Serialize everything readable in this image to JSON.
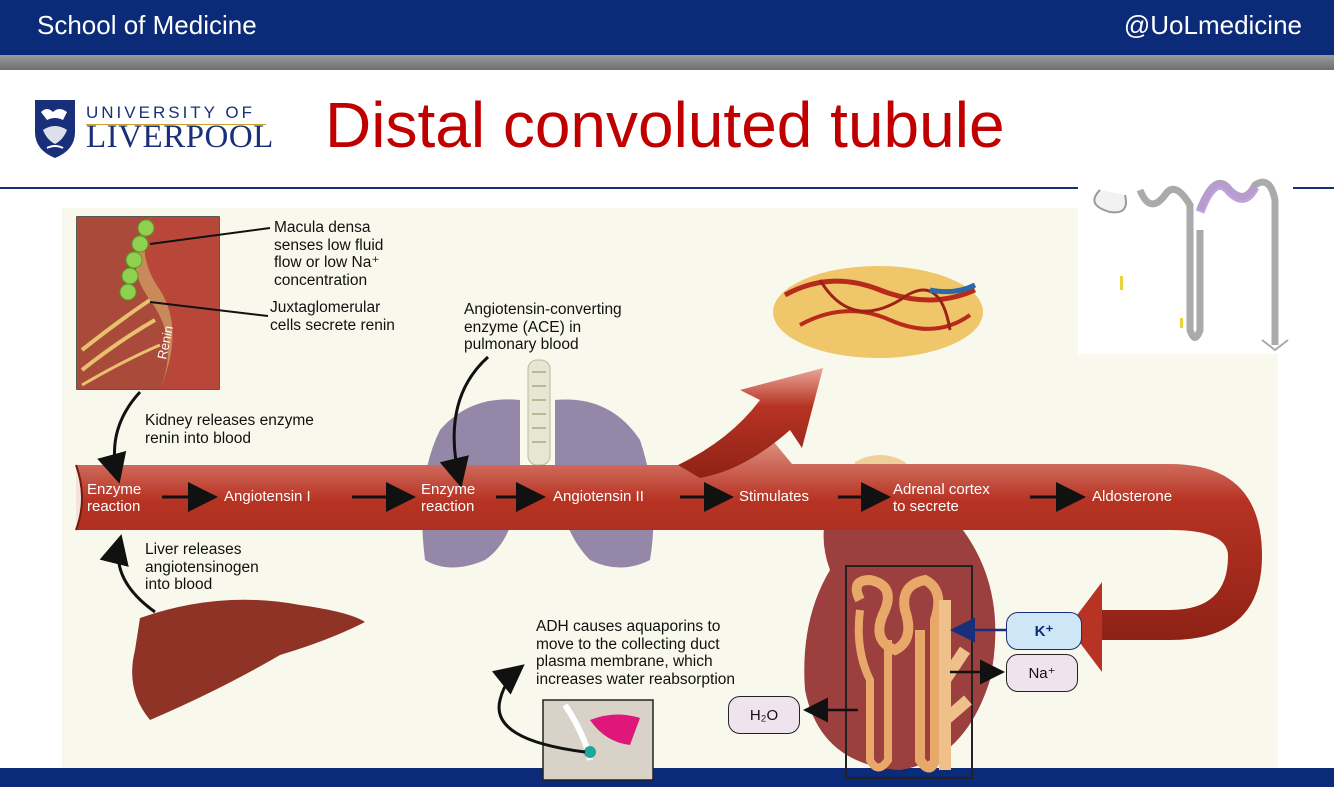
{
  "header": {
    "left": "School of Medicine",
    "right": "@UoLmedicine"
  },
  "logo": {
    "line1": "UNIVERSITY OF",
    "line2": "LIVERPOOL"
  },
  "title": "Distal convoluted tubule",
  "labels": {
    "macula": [
      "Macula densa",
      "senses low fluid",
      "flow or low Na⁺",
      "concentration"
    ],
    "jg": [
      "Juxtaglomerular",
      "cells secrete renin"
    ],
    "renin_tag": "Renin",
    "ace": [
      "Angiotensin-converting",
      "enzyme (ACE) in",
      "pulmonary blood"
    ],
    "kidney": [
      "Kidney releases enzyme",
      "renin into blood"
    ],
    "liver": [
      "Liver releases",
      "angiotensinogen",
      "into blood"
    ],
    "adh": [
      "ADH causes aquaporins to",
      "move to the collecting duct",
      "plasma membrane, which",
      "increases water reabsorption"
    ]
  },
  "flow": {
    "enzyme1": [
      "Enzyme",
      "reaction"
    ],
    "ang1": "Angiotensin I",
    "enzyme2": [
      "Enzyme",
      "reaction"
    ],
    "ang2": "Angiotensin II",
    "stim": "Stimulates",
    "adrenal": [
      "Adrenal cortex",
      "to secrete"
    ],
    "aldo": "Aldosterone"
  },
  "ions": {
    "k": "K⁺",
    "na": "Na⁺",
    "h2o": "H₂O"
  },
  "colors": {
    "header": "#0b2a78",
    "title": "#c00000",
    "vessel": "#b73323",
    "nephron_highlight": "#b99ad4"
  }
}
